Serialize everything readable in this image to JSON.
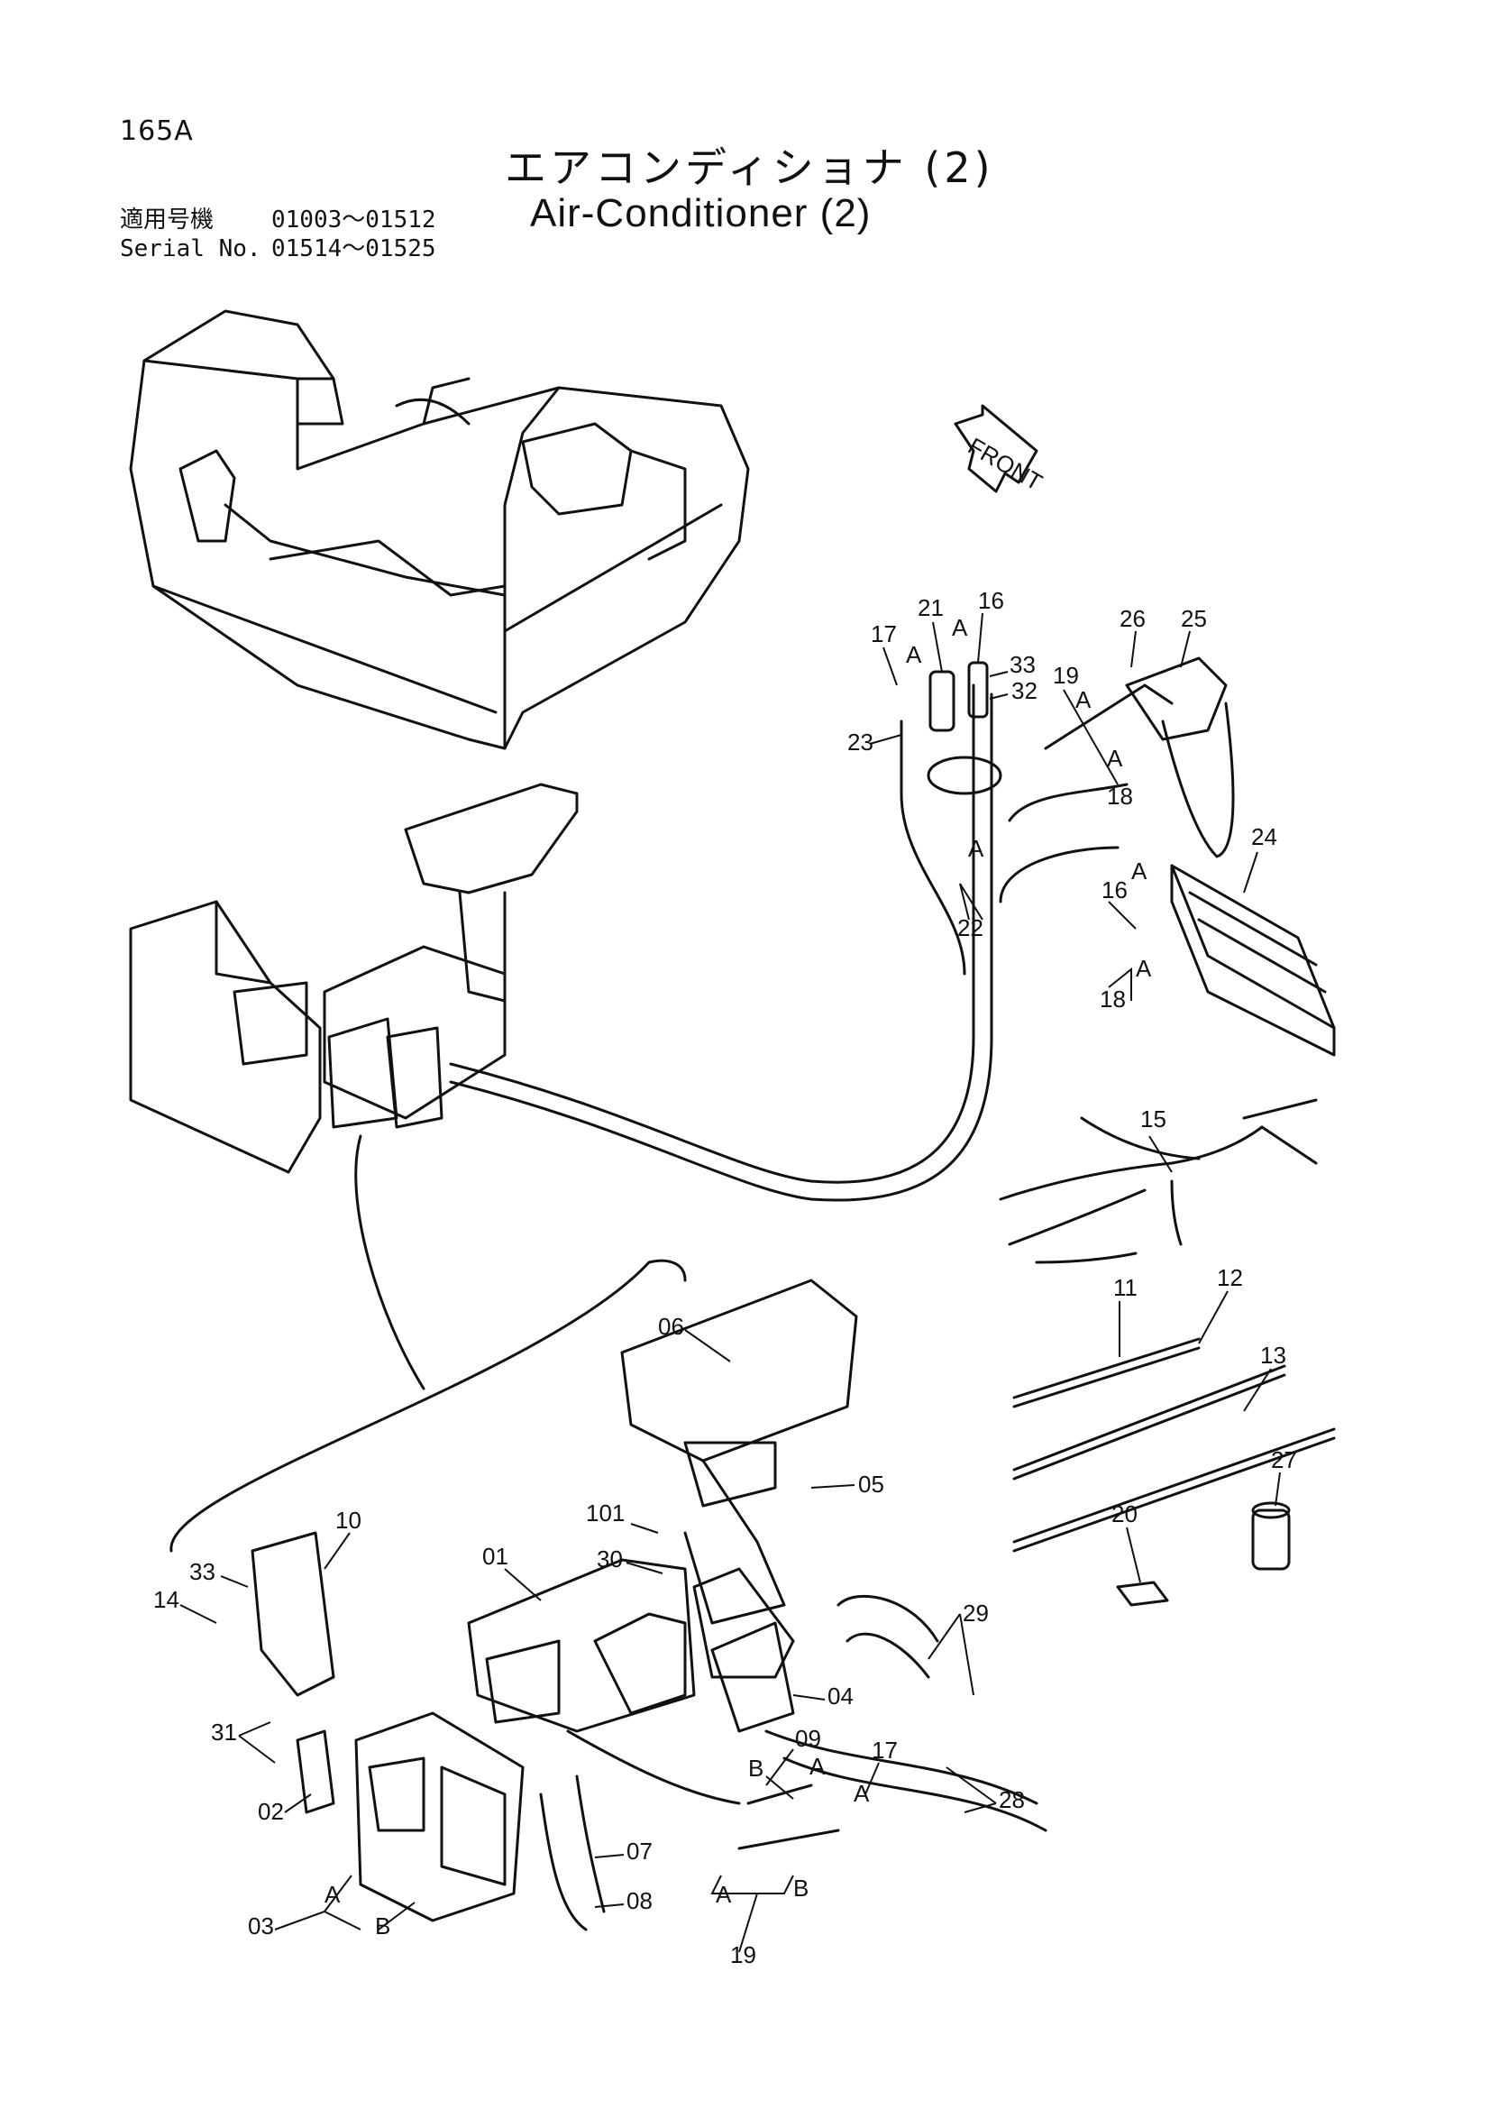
{
  "page_code": "165A",
  "title_jp": "エアコンディショナ (2)",
  "title_en": "Air-Conditioner (2)",
  "serials": [
    {
      "label": "適用号機",
      "range": "01003～01512"
    },
    {
      "label": "Serial No.",
      "range": "01514～01525"
    }
  ],
  "direction_label": "FRONT",
  "callouts": [
    {
      "id": "c21",
      "text": "21"
    },
    {
      "id": "c16a",
      "text": "16"
    },
    {
      "id": "c17a",
      "text": "17"
    },
    {
      "id": "cAa",
      "text": "A"
    },
    {
      "id": "cAb",
      "text": "A"
    },
    {
      "id": "c33a",
      "text": "33"
    },
    {
      "id": "c32",
      "text": "32"
    },
    {
      "id": "c23",
      "text": "23"
    },
    {
      "id": "c19a",
      "text": "19"
    },
    {
      "id": "cAc",
      "text": "A"
    },
    {
      "id": "cAd",
      "text": "A"
    },
    {
      "id": "c18a",
      "text": "18"
    },
    {
      "id": "c26",
      "text": "26"
    },
    {
      "id": "c25",
      "text": "25"
    },
    {
      "id": "c24",
      "text": "24"
    },
    {
      "id": "c16b",
      "text": "16"
    },
    {
      "id": "cAe",
      "text": "A"
    },
    {
      "id": "cAf",
      "text": "A"
    },
    {
      "id": "c22",
      "text": "22"
    },
    {
      "id": "cAg",
      "text": "A"
    },
    {
      "id": "c18b",
      "text": "18"
    },
    {
      "id": "c15",
      "text": "15"
    },
    {
      "id": "c11",
      "text": "11"
    },
    {
      "id": "c12",
      "text": "12"
    },
    {
      "id": "c13",
      "text": "13"
    },
    {
      "id": "c06",
      "text": "06"
    },
    {
      "id": "c05",
      "text": "05"
    },
    {
      "id": "c27",
      "text": "27"
    },
    {
      "id": "c20",
      "text": "20"
    },
    {
      "id": "c101",
      "text": "101"
    },
    {
      "id": "c30",
      "text": "30"
    },
    {
      "id": "c01",
      "text": "01"
    },
    {
      "id": "c10",
      "text": "10"
    },
    {
      "id": "c33b",
      "text": "33"
    },
    {
      "id": "c14",
      "text": "14"
    },
    {
      "id": "c29",
      "text": "29"
    },
    {
      "id": "c04",
      "text": "04"
    },
    {
      "id": "c31",
      "text": "31"
    },
    {
      "id": "c09",
      "text": "09"
    },
    {
      "id": "c17b",
      "text": "17"
    },
    {
      "id": "cB1",
      "text": "B"
    },
    {
      "id": "cAh",
      "text": "A"
    },
    {
      "id": "cAi",
      "text": "A"
    },
    {
      "id": "c28",
      "text": "28"
    },
    {
      "id": "c02",
      "text": "02"
    },
    {
      "id": "c07",
      "text": "07"
    },
    {
      "id": "c08",
      "text": "08"
    },
    {
      "id": "cAj",
      "text": "A"
    },
    {
      "id": "cB2",
      "text": "B"
    },
    {
      "id": "c03",
      "text": "03"
    },
    {
      "id": "cAk",
      "text": "A"
    },
    {
      "id": "cB3",
      "text": "B"
    },
    {
      "id": "c19b",
      "text": "19"
    }
  ]
}
